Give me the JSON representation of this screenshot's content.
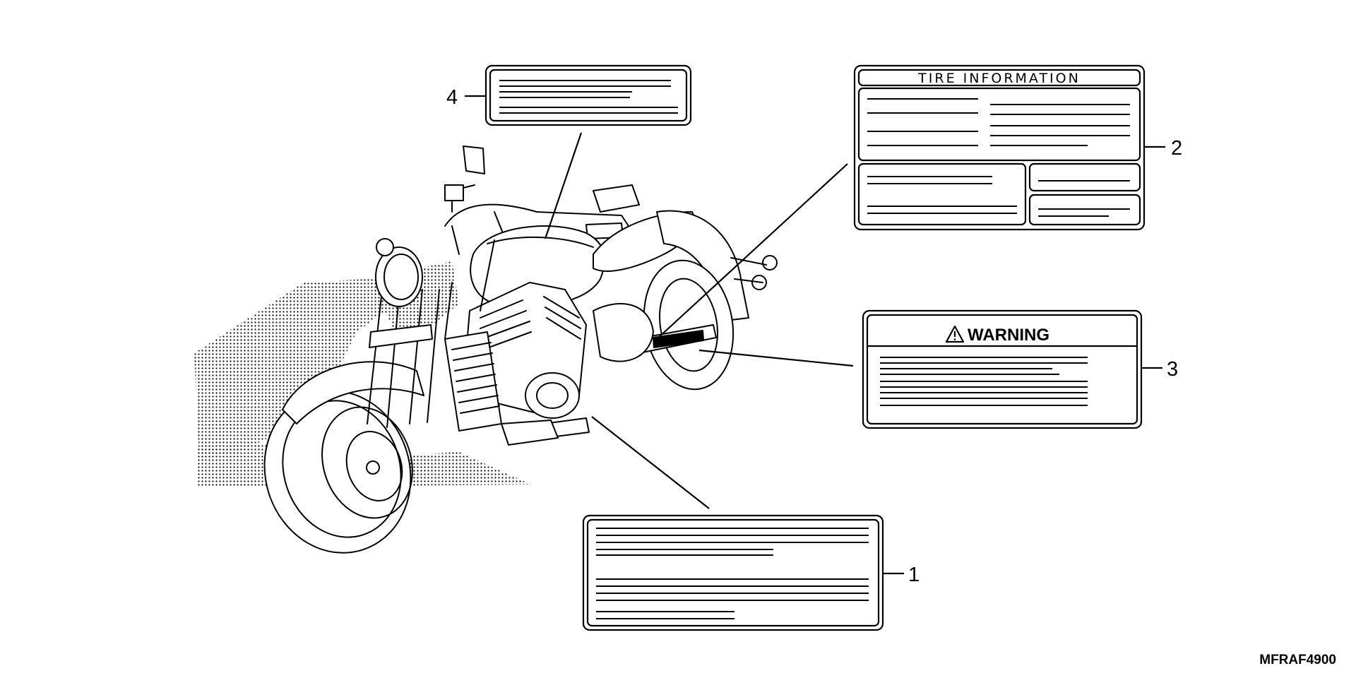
{
  "callouts": [
    {
      "number": "1"
    },
    {
      "number": "2"
    },
    {
      "number": "3"
    },
    {
      "number": "4"
    }
  ],
  "tire_label": {
    "title": "TIRE INFORMATION"
  },
  "warning_label": {
    "title": "WARNING",
    "icon": "warning-triangle-icon"
  },
  "diagram_code": "MFRAF4900"
}
